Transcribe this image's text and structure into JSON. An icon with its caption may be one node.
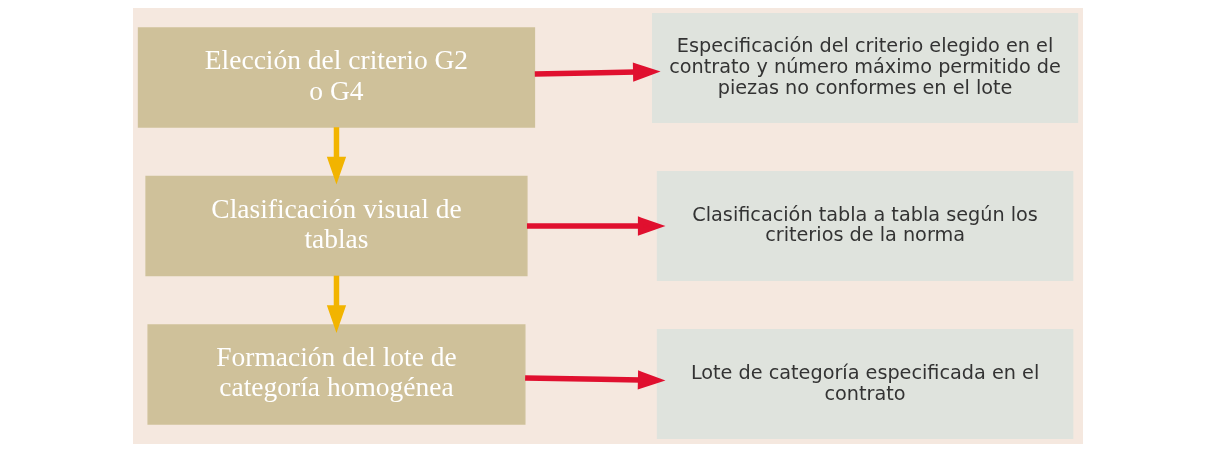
{
  "diagram": {
    "nodes": [
      {
        "text": [
          "Elección del criterio G2 o G4"
        ]
      },
      {
        "text": [
          "Especificación del criterio elegido en el contrato y número máximo permitido de piezas no conformes en el lote"
        ]
      },
      {
        "text": [
          "Clasificación visual de tablas"
        ]
      },
      {
        "text": [
          "Clasificación tabla a tabla según los criterios de la norma"
        ]
      },
      {
        "text": [
          "Formación del lote de categoría homogénea"
        ]
      },
      {
        "text": [
          "Lote de categoría especificada en el contrato"
        ]
      }
    ],
    "edges": [
      {
        "from": 0,
        "to": 1,
        "arrow": "to"
      },
      {
        "from": 0,
        "to": 2,
        "arrow": "to",
        "color": "#f2b400"
      },
      {
        "from": 2,
        "to": 3,
        "arrow": "to"
      },
      {
        "from": 2,
        "to": 4,
        "arrow": "to",
        "color": "#f2b400"
      },
      {
        "from": 4,
        "to": 5,
        "arrow": "to"
      }
    ]
  }
}
